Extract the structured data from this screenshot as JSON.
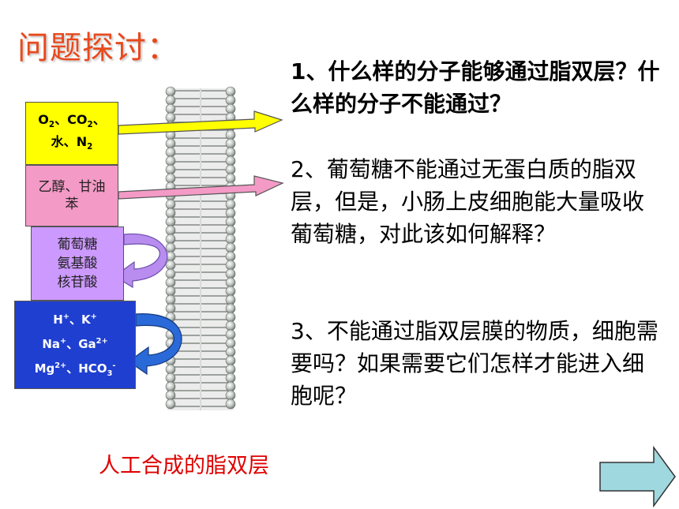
{
  "title": "问题探讨：",
  "questions": {
    "q1": "1、什么样的分子能够通过脂双层？什么样的分子不能通过？",
    "q2": "2、葡萄糖不能通过无蛋白质的脂双层，但是，小肠上皮细胞能大量吸收葡萄糖，对此该如何解释？",
    "q3": "3、不能通过脂双层膜的物质，细胞需要吗？如果需要它们怎样才能进入细胞呢？"
  },
  "boxes": {
    "gases": {
      "o2": "O",
      "o2_sub": "2",
      "sep1": "、",
      "co2": "CO",
      "co2_sub": "2",
      "sep2": "、",
      "water": "水、",
      "n2": "N",
      "n2_sub": "2"
    },
    "organic": {
      "line1": "乙醇、甘油",
      "line2": "苯"
    },
    "large": {
      "line1": "葡萄糖",
      "line2": "氨基酸",
      "line3": "核苷酸"
    },
    "ions": {
      "h": "H",
      "h_sup": "+",
      "sep1": "、",
      "k": "K",
      "k_sup": "+",
      "na": "Na",
      "na_sup": "+",
      "sep2": "、",
      "ga": "Ga",
      "ga_sup": "2+",
      "mg": "Mg",
      "mg_sup": "2+",
      "sep3": "、",
      "hco3": "HCO",
      "hco3_sub": "3",
      "hco3_sup": "-"
    }
  },
  "caption": "人工合成的脂双层",
  "colors": {
    "title": "#e8491d",
    "gases_box": "#ffff00",
    "organic_box": "#f49ac6",
    "large_box": "#cc99ff",
    "ions_box": "#1f3fd0",
    "caption": "#e00000",
    "nav_button": "#9fd8df"
  },
  "icons": {
    "next": "right-arrow-icon"
  }
}
